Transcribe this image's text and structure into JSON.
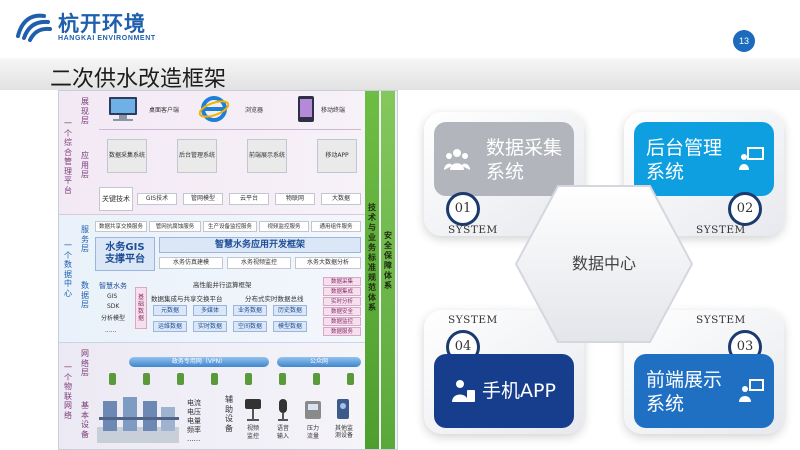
{
  "header": {
    "logo_cn": "杭开环境",
    "logo_en": "HANGKAI ENVIRONMENT",
    "page_number": "13",
    "title": "二次供水改造框架"
  },
  "arch": {
    "layers": {
      "app_platform": "一个综合管理平台",
      "data_center": "一个数据中心",
      "iot": "一个物联网络"
    },
    "sublayers": {
      "display": "展现层",
      "application": "应用层",
      "service": "服务层",
      "data": "数据层",
      "network": "网络层",
      "basic": "基本设备"
    },
    "display_items": [
      "桌面客户端",
      "浏览器",
      "移动终端"
    ],
    "app_items": [
      "数据采集系统",
      "后台管理系统",
      "前端展示系统",
      "移动APP"
    ],
    "key_tech": {
      "label": "关键技术",
      "items": [
        "GIS技术",
        "管网模型",
        "云平台",
        "物联网",
        "大数据"
      ]
    },
    "service_items": [
      "数据共享交换服务",
      "管网抗腐蚀服务",
      "生产设备监控服务",
      "视频监控服务",
      "通用组件服务"
    ],
    "gis_platform": "水务GIS支撑平台",
    "dev_framework": "智慧水务应用开发框架",
    "dev_items": [
      "水务仿真建模",
      "水务视频监控",
      "水务大数据分析"
    ],
    "data_layer": {
      "smart_water": "智慧水务",
      "gis": "GIS",
      "sdk": "SDK",
      "model": "分析模型",
      "dots": "......",
      "exchange": "高性能并行运算框架",
      "sharing": "数据集成与共享交换平台",
      "realtime": "分布式实时数据总线",
      "base": "基础数据",
      "dbs": [
        "元数据",
        "多媒体",
        "业务数据",
        "历史数据",
        "运维数据",
        "实时数据",
        "空间数据",
        "模型数据"
      ],
      "right_items": [
        "数据采集",
        "数据集成",
        "实时分析",
        "数据安全",
        "数据监控",
        "数据服务"
      ]
    },
    "network": {
      "vpn": "政务专用网（VPN）",
      "public": "公众网"
    },
    "devices": {
      "metrics": "电流\n电压\n电量\n频率\n......",
      "aux": "辅助设备",
      "video": "视频监控",
      "voice": "语音输入",
      "pressure": "压力流量",
      "other": "其他监测设备"
    },
    "right_bars": {
      "tech": "技术与业务标准规范体系",
      "security": "安全保障体系"
    }
  },
  "hexes": {
    "center": "数据中心",
    "items": [
      {
        "num": "01",
        "label": "数据采集系统",
        "system": "SYSTEM"
      },
      {
        "num": "02",
        "label": "后台管理系统",
        "system": "SYSTEM"
      },
      {
        "num": "03",
        "label": "前端展示系统",
        "system": "SYSTEM"
      },
      {
        "num": "04",
        "label": "手机APP",
        "system": "SYSTEM"
      }
    ]
  },
  "colors": {
    "brand": "#1f5fae",
    "gray_tile": "#b2b5bb",
    "cyan_tile": "#0e9fe0",
    "navy_tile": "#173e8c",
    "blue_tile": "#1f6fc3"
  }
}
